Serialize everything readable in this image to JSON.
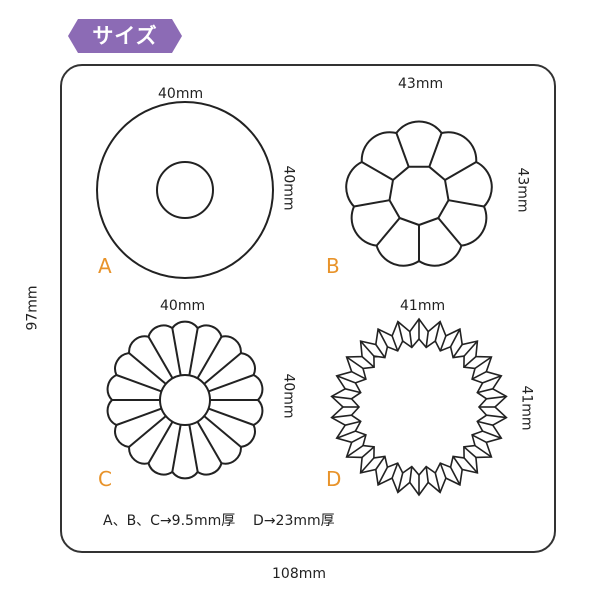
{
  "header": {
    "badge_label": "サイズ",
    "badge_color": "#8c6bb5"
  },
  "dimensions": {
    "outer_height": "97mm",
    "outer_width": "108mm"
  },
  "molds": [
    {
      "letter": "A",
      "shape": "ring",
      "width_label": "40mm",
      "height_label": "40mm"
    },
    {
      "letter": "B",
      "shape": "flower-9-petal",
      "width_label": "43mm",
      "height_label": "43mm"
    },
    {
      "letter": "C",
      "shape": "flower-18-petal",
      "width_label": "40mm",
      "height_label": "40mm"
    },
    {
      "letter": "D",
      "shape": "crinkle-ring",
      "width_label": "41mm",
      "height_label": "41mm"
    }
  ],
  "footer_note": {
    "abc": "A、B、C→9.5mm厚",
    "d": "D→23mm厚"
  },
  "colors": {
    "letter": "#e8932a",
    "stroke": "#222222"
  }
}
